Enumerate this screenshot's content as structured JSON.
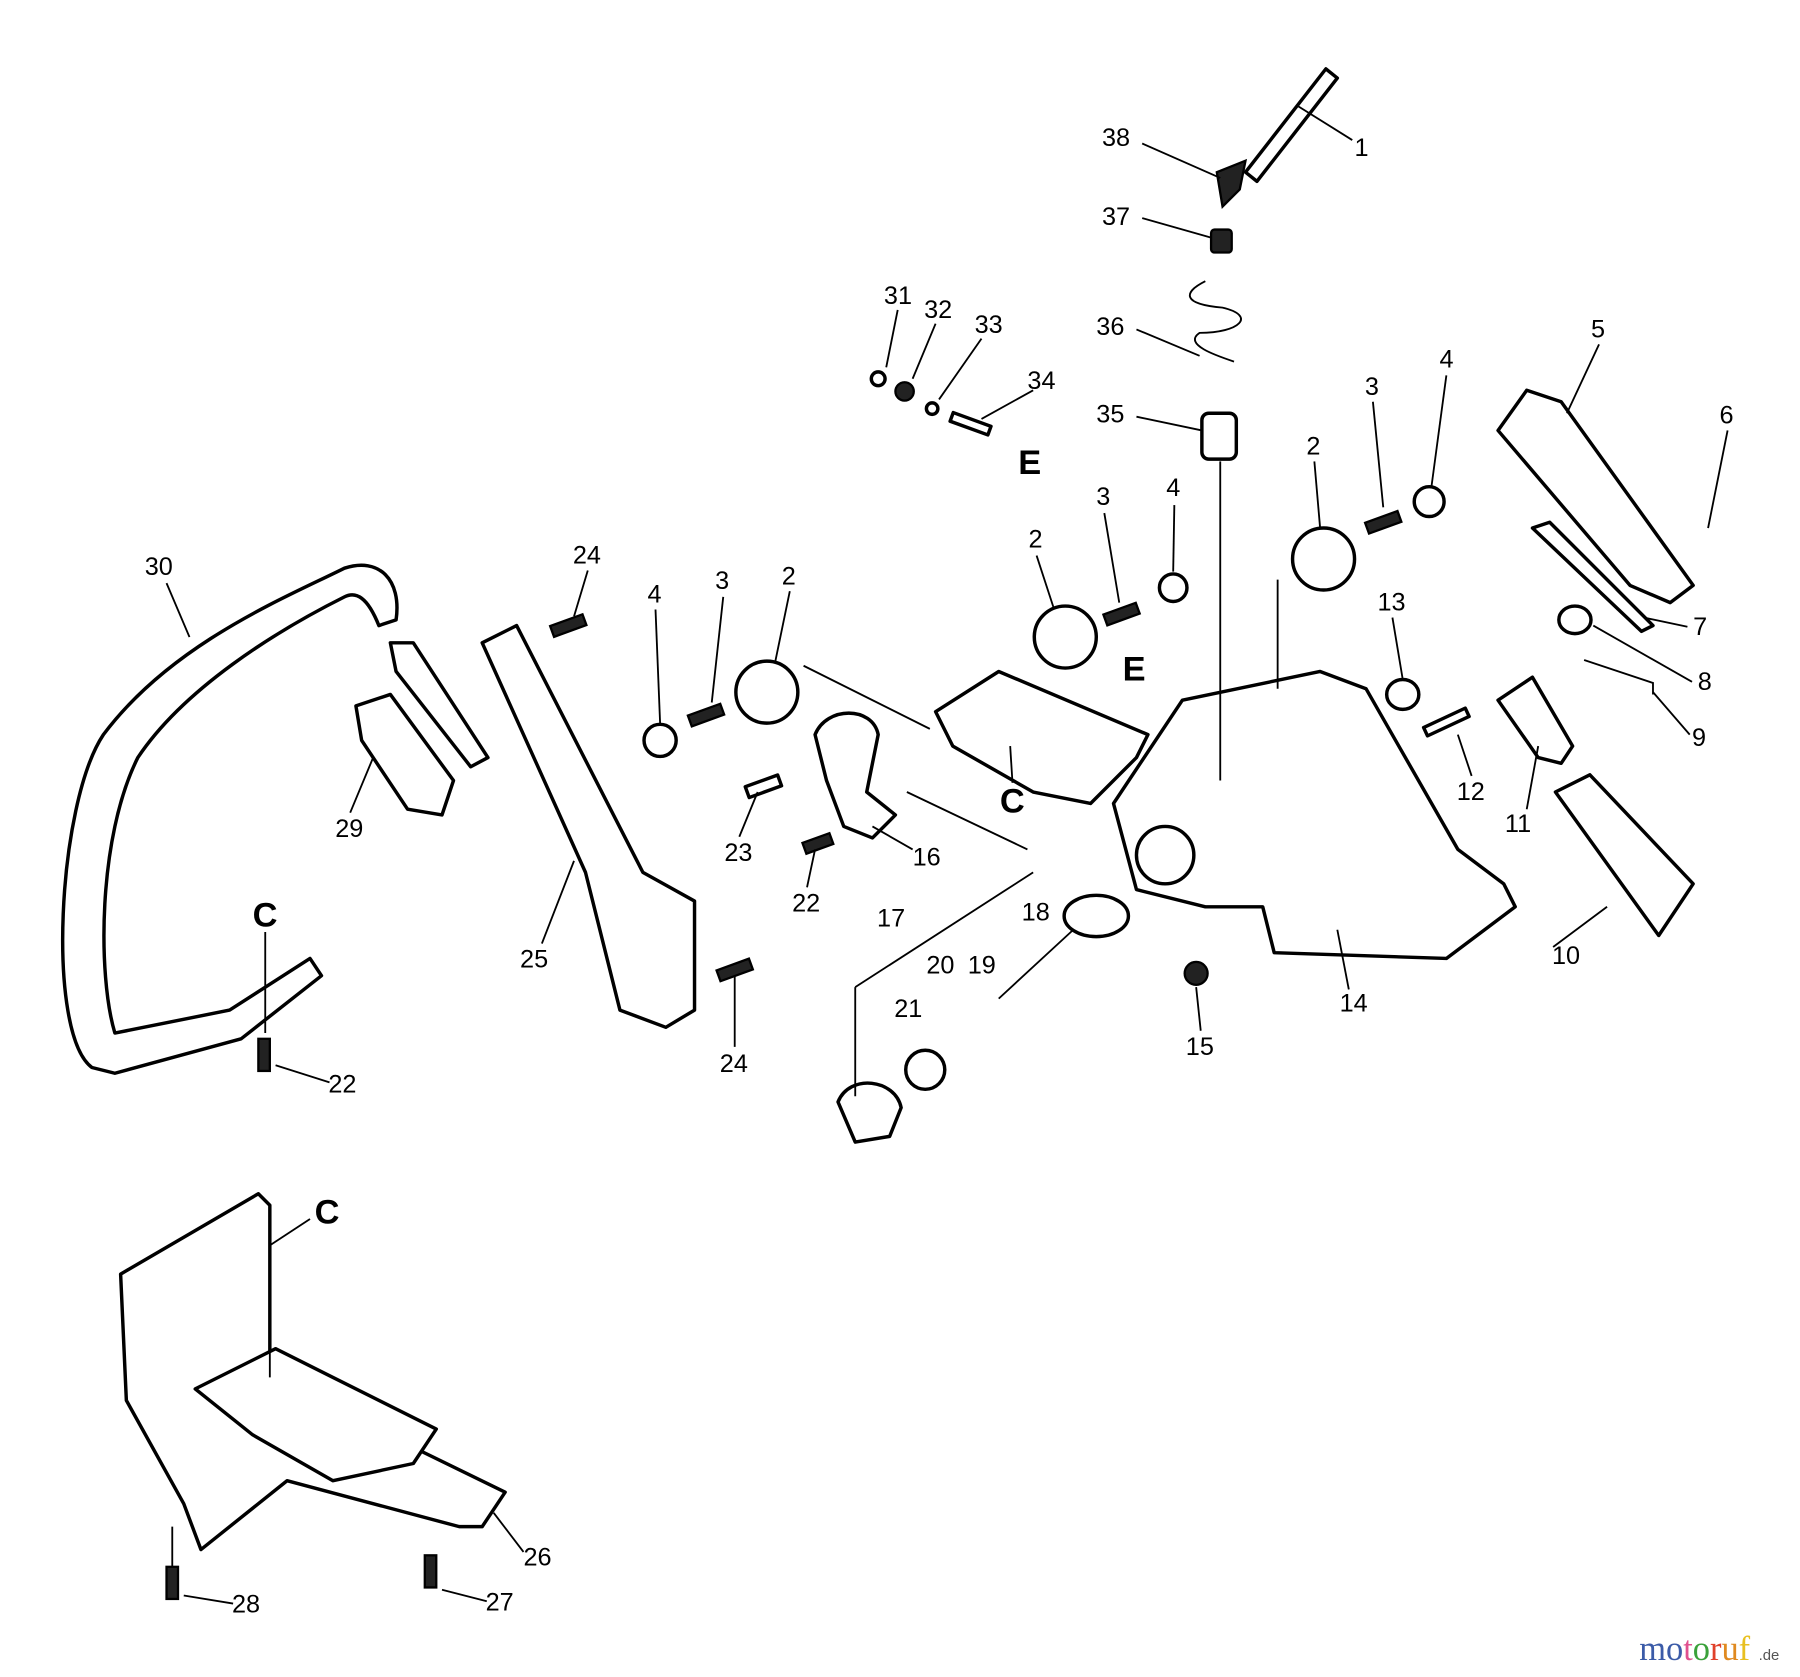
{
  "labels": [
    "38",
    "1",
    "37",
    "36",
    "35",
    "31",
    "32",
    "33",
    "34",
    "5",
    "6",
    "3",
    "4",
    "2",
    "3",
    "4",
    "2",
    "24",
    "4",
    "3",
    "2",
    "30",
    "13",
    "7",
    "8",
    "9",
    "12",
    "11",
    "29",
    "23",
    "16",
    "22",
    "25",
    "17",
    "20",
    "19",
    "18",
    "10",
    "21",
    "24",
    "15",
    "14",
    "22",
    "26",
    "28",
    "27"
  ],
  "refs": [
    "E",
    "E",
    "C",
    "C",
    "C"
  ],
  "logo": {
    "text": "motoruf",
    "suffix": ".de",
    "colors": [
      "#3b5ba8",
      "#3b5ba8",
      "#e0508f",
      "#3aa13a",
      "#e0402a",
      "#e08a20",
      "#e8c020"
    ]
  }
}
